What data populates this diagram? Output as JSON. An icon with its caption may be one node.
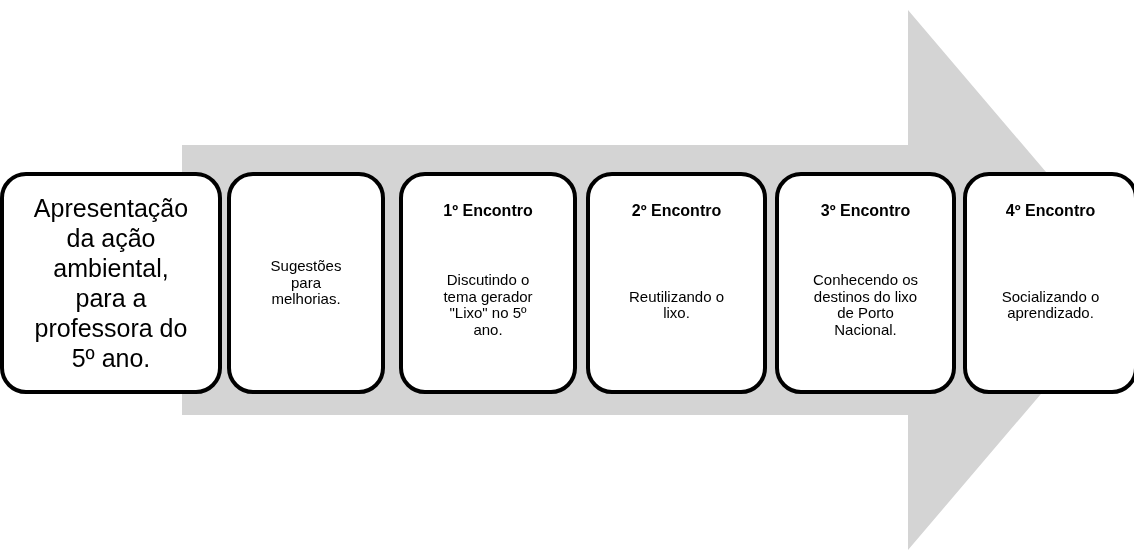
{
  "diagram": {
    "nodes": [
      {
        "text": [
          "Apresentação da ação ambiental, para a professora do 5º ano."
        ]
      },
      {
        "text": [
          "Sugestões para melhorias."
        ]
      },
      {
        "text": [
          "1º Encontro",
          "Discutindo o tema gerador \"Lixo\" no 5º ano."
        ]
      },
      {
        "text": [
          "2º Encontro",
          "Reutilizando o lixo."
        ]
      },
      {
        "text": [
          "3º Encontro",
          "Conhecendo os destinos do lixo de Porto Nacional."
        ]
      },
      {
        "text": [
          "4º Encontro",
          "Socializando o aprendizado."
        ]
      }
    ],
    "edges": [
      {
        "from": 0,
        "to": 5,
        "arrow": "to",
        "style": "thick",
        "color": "#d4d4d4"
      }
    ]
  }
}
